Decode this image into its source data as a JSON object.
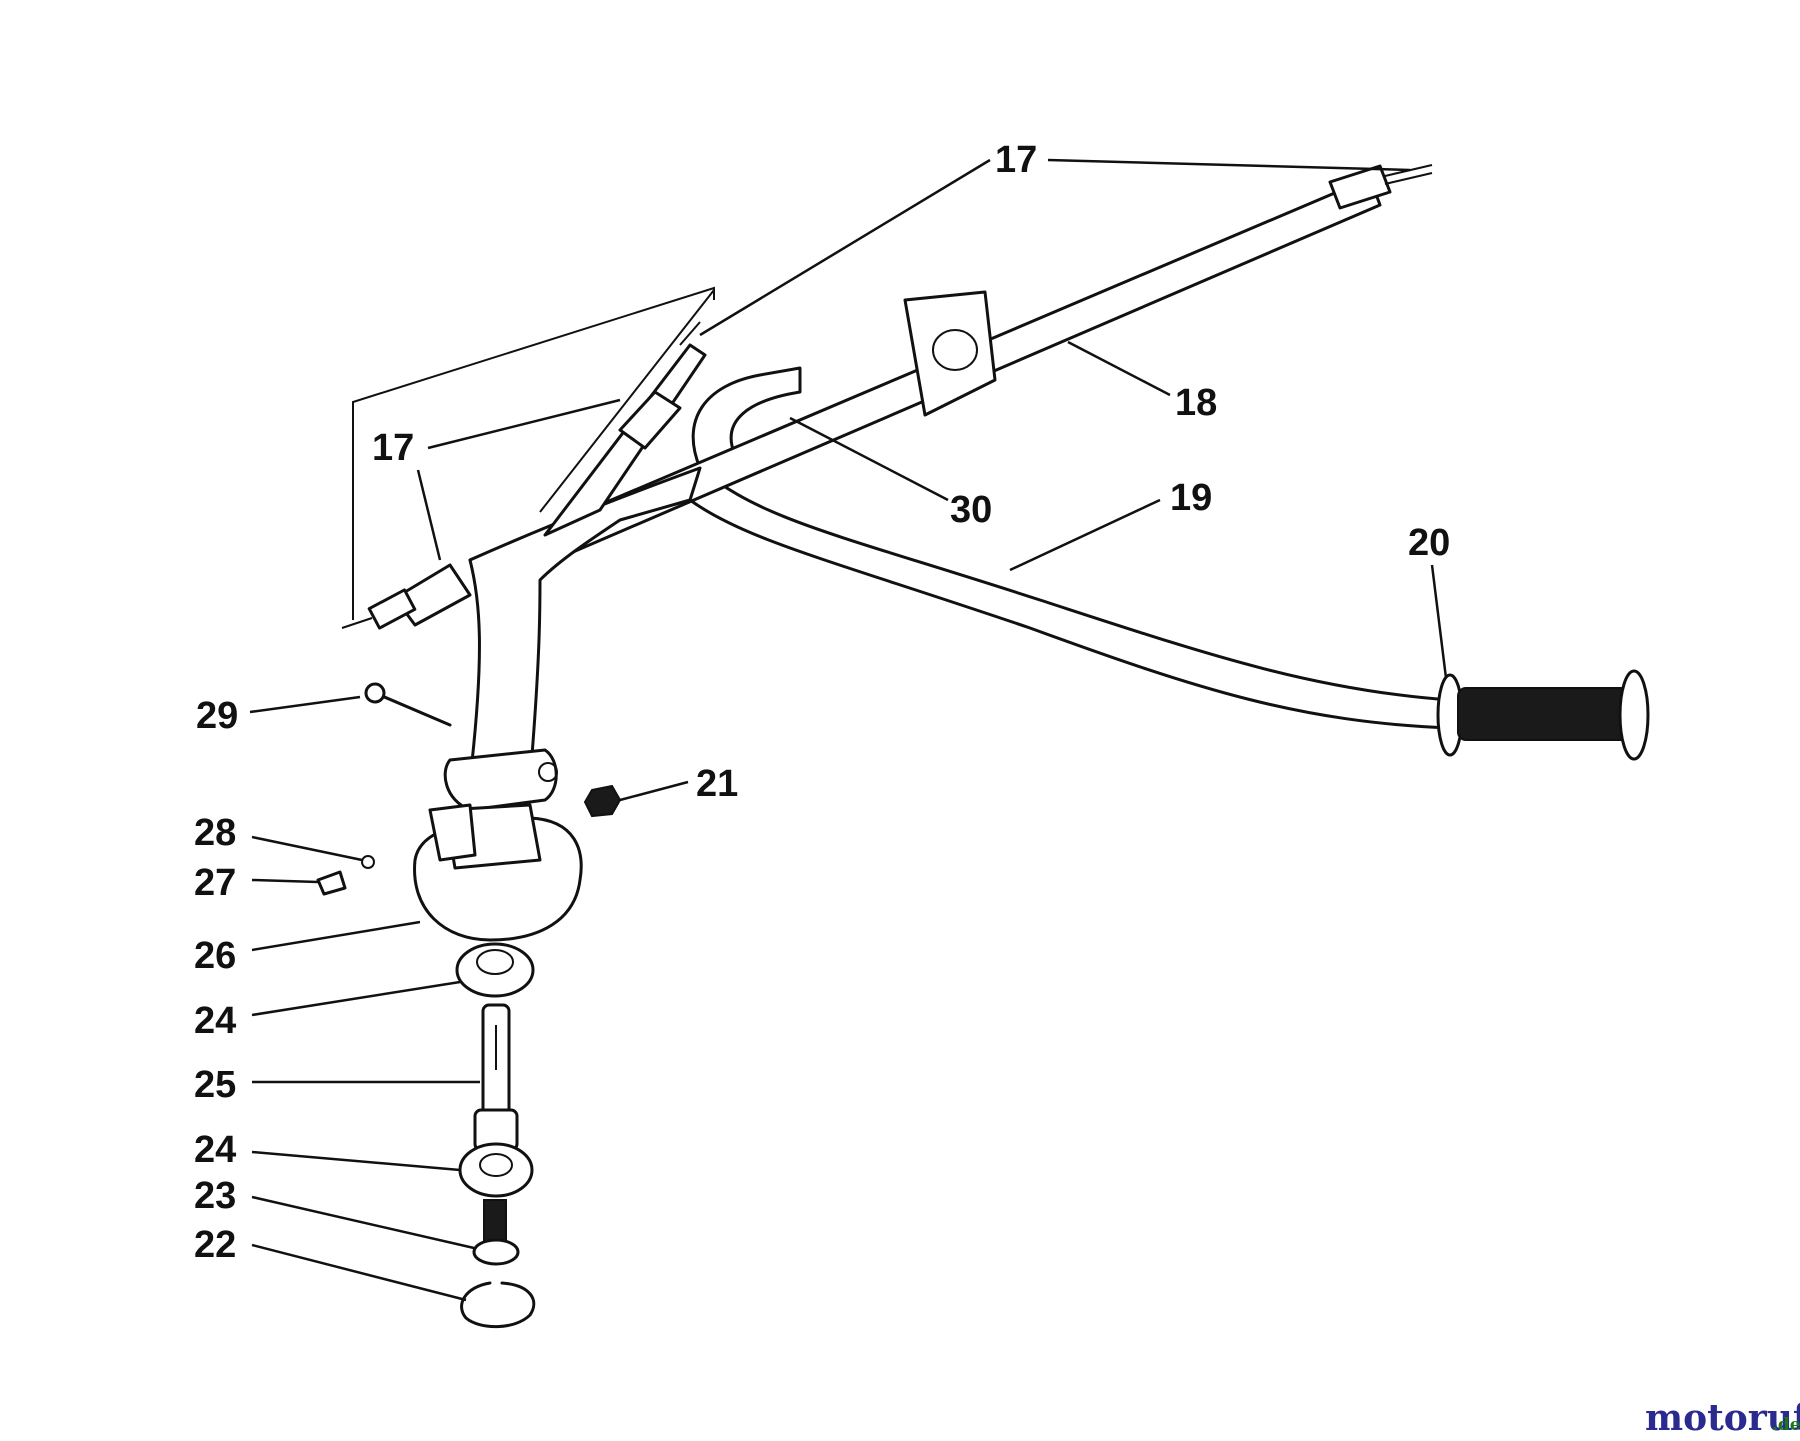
{
  "callouts": {
    "c17a": "17",
    "c17b": "17",
    "c18": "18",
    "c30": "30",
    "c19": "19",
    "c20": "20",
    "c29": "29",
    "c21": "21",
    "c28": "28",
    "c27": "27",
    "c26": "26",
    "c24a": "24",
    "c25": "25",
    "c24b": "24",
    "c23": "23",
    "c22": "22"
  },
  "watermark": {
    "brand": "motoruf",
    "suffix": ".de",
    "colors": [
      "#2b2b8f",
      "#d02020",
      "#1a7a1a"
    ]
  }
}
